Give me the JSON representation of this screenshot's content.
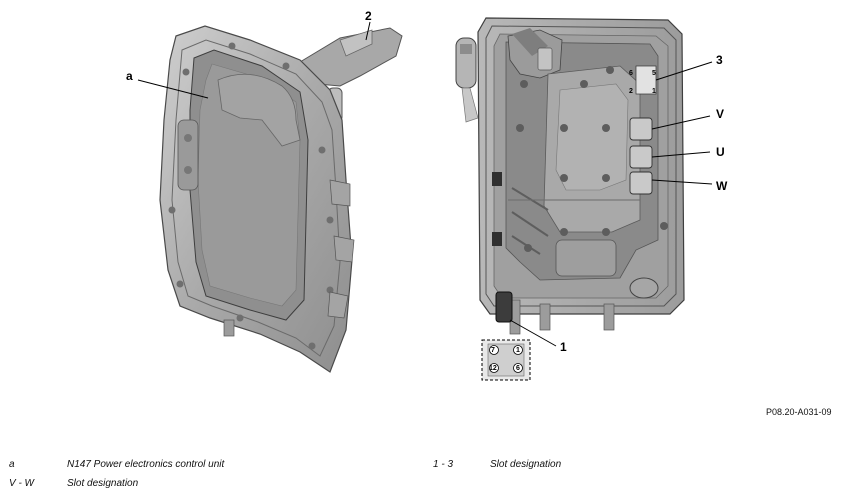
{
  "callouts": {
    "a": "a",
    "two": "2",
    "three": "3",
    "v": "V",
    "u": "U",
    "w": "W",
    "one": "1"
  },
  "pins_top": {
    "p6": "6",
    "p5": "5",
    "p2": "2",
    "p1": "1"
  },
  "pins_bottom": {
    "p7": "7",
    "p1": "1",
    "p12": "12",
    "p6": "6"
  },
  "figure_code": "P08.20-A031-09",
  "legend": [
    {
      "key": "a",
      "text": "N147 Power electronics control unit"
    },
    {
      "key": "1 - 3",
      "text": "Slot designation"
    },
    {
      "key": "V - W",
      "text": "Slot designation"
    }
  ]
}
